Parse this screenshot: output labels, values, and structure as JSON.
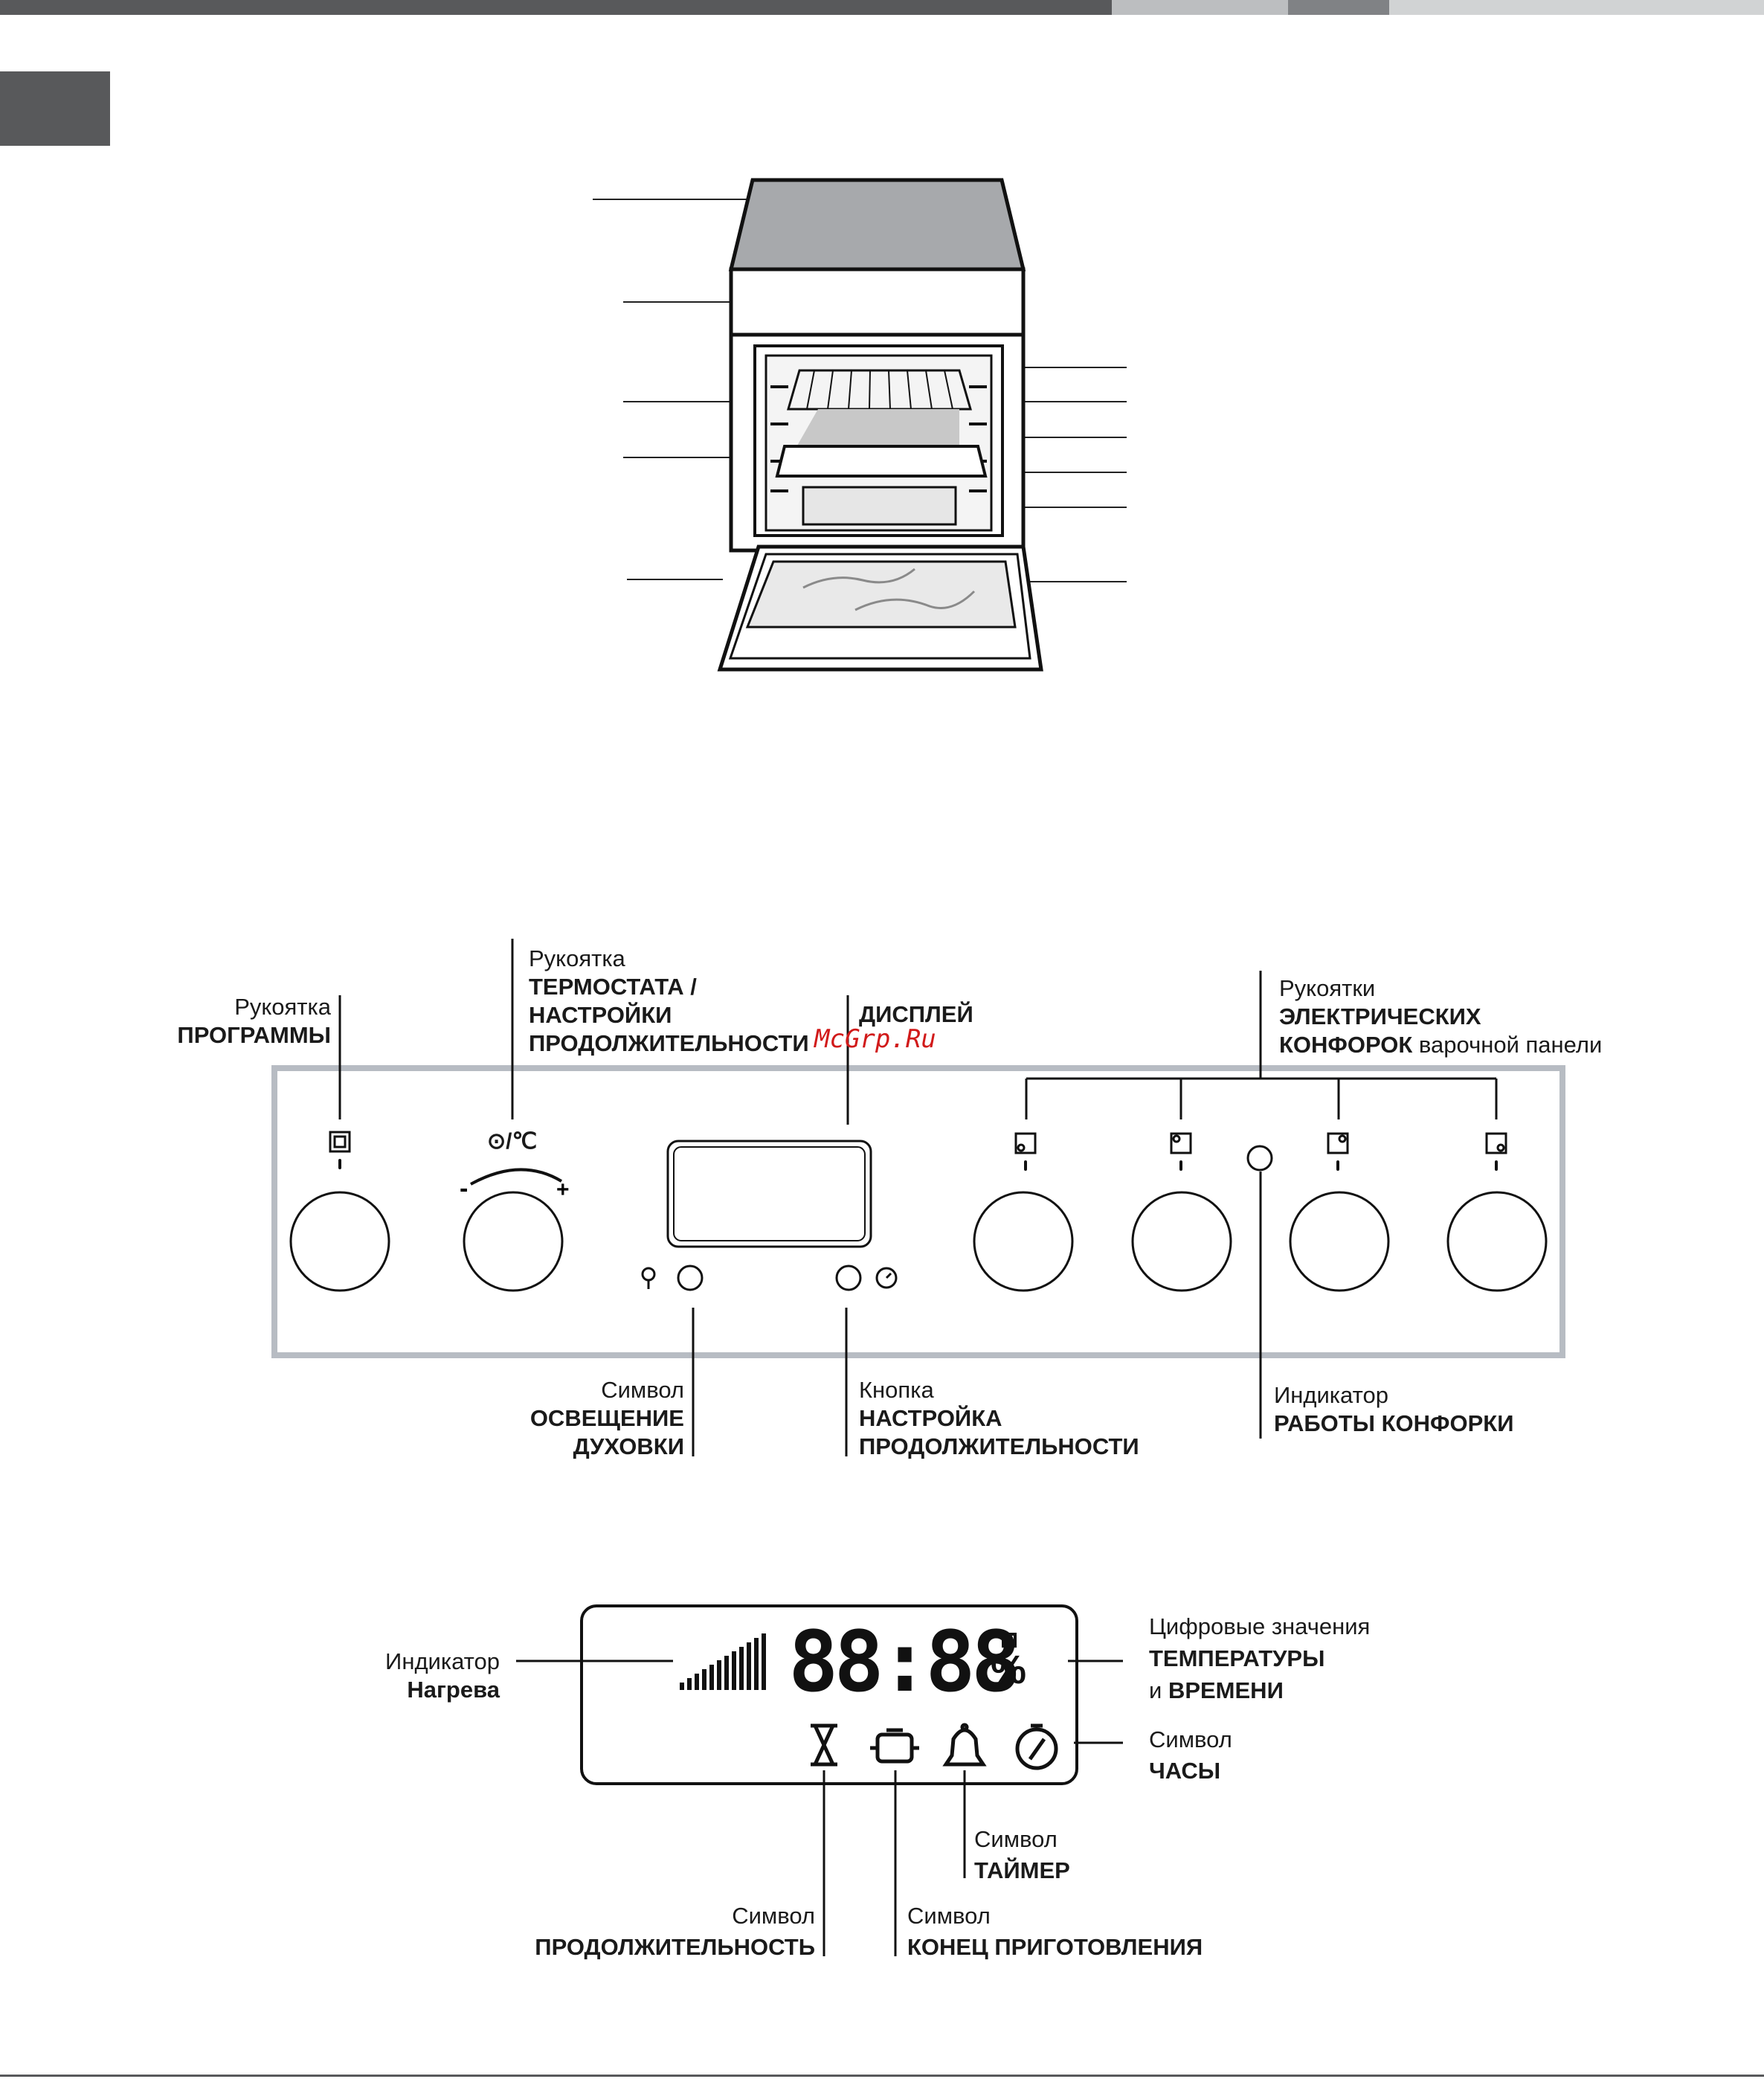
{
  "panel": {
    "program_knob": {
      "line1": "Рукоятка",
      "line2": "ПРОГРАММЫ"
    },
    "thermostat_knob": {
      "line1": "Рукоятка",
      "line2": "ТЕРМОСТАТА /",
      "line3": "НАСТРОЙКИ",
      "line4": "ПРОДОЛЖИТЕЛЬНОСТИ"
    },
    "display": {
      "line1": "ДИСПЛЕЙ"
    },
    "watermark": "McGrp.Ru",
    "hob_knobs": {
      "line1": "Рукоятки",
      "line2": "ЭЛЕКТРИЧЕСКИХ",
      "line3_bold": "КОНФОРОК",
      "line3_rest": " варочной панели"
    },
    "oven_light": {
      "line1": "Символ",
      "line2": "ОСВЕЩЕНИЕ",
      "line3": "ДУХОВКИ"
    },
    "duration_button": {
      "line1": "Кнопка",
      "line2": "НАСТРОЙКА",
      "line3": "ПРОДОЛЖИТЕЛЬНОСТИ"
    },
    "hob_indicator": {
      "line1": "Индикатор",
      "line2": "РАБОТЫ КОНФОРКИ"
    },
    "thermostat_symbol": "⊙/℃"
  },
  "lcd": {
    "heat_indicator": {
      "line1": "Индикатор",
      "line2": "Нагрева"
    },
    "digits": {
      "line1": "Цифровые значения",
      "line2": "ТЕМПЕРАТУРЫ",
      "line3_prefix": "и ",
      "line3_bold": "ВРЕМЕНИ"
    },
    "clock": {
      "line1": "Символ",
      "line2": "ЧАСЫ"
    },
    "timer": {
      "line1": "Символ",
      "line2": "ТАЙМЕР"
    },
    "duration": {
      "line1": "Символ",
      "line2": "ПРОДОЛЖИТЕЛЬНОСТЬ"
    },
    "end_cooking": {
      "line1": "Символ",
      "line2": "КОНЕЦ ПРИГОТОВЛЕНИЯ"
    },
    "display_value": "88:88",
    "percent": "%"
  }
}
